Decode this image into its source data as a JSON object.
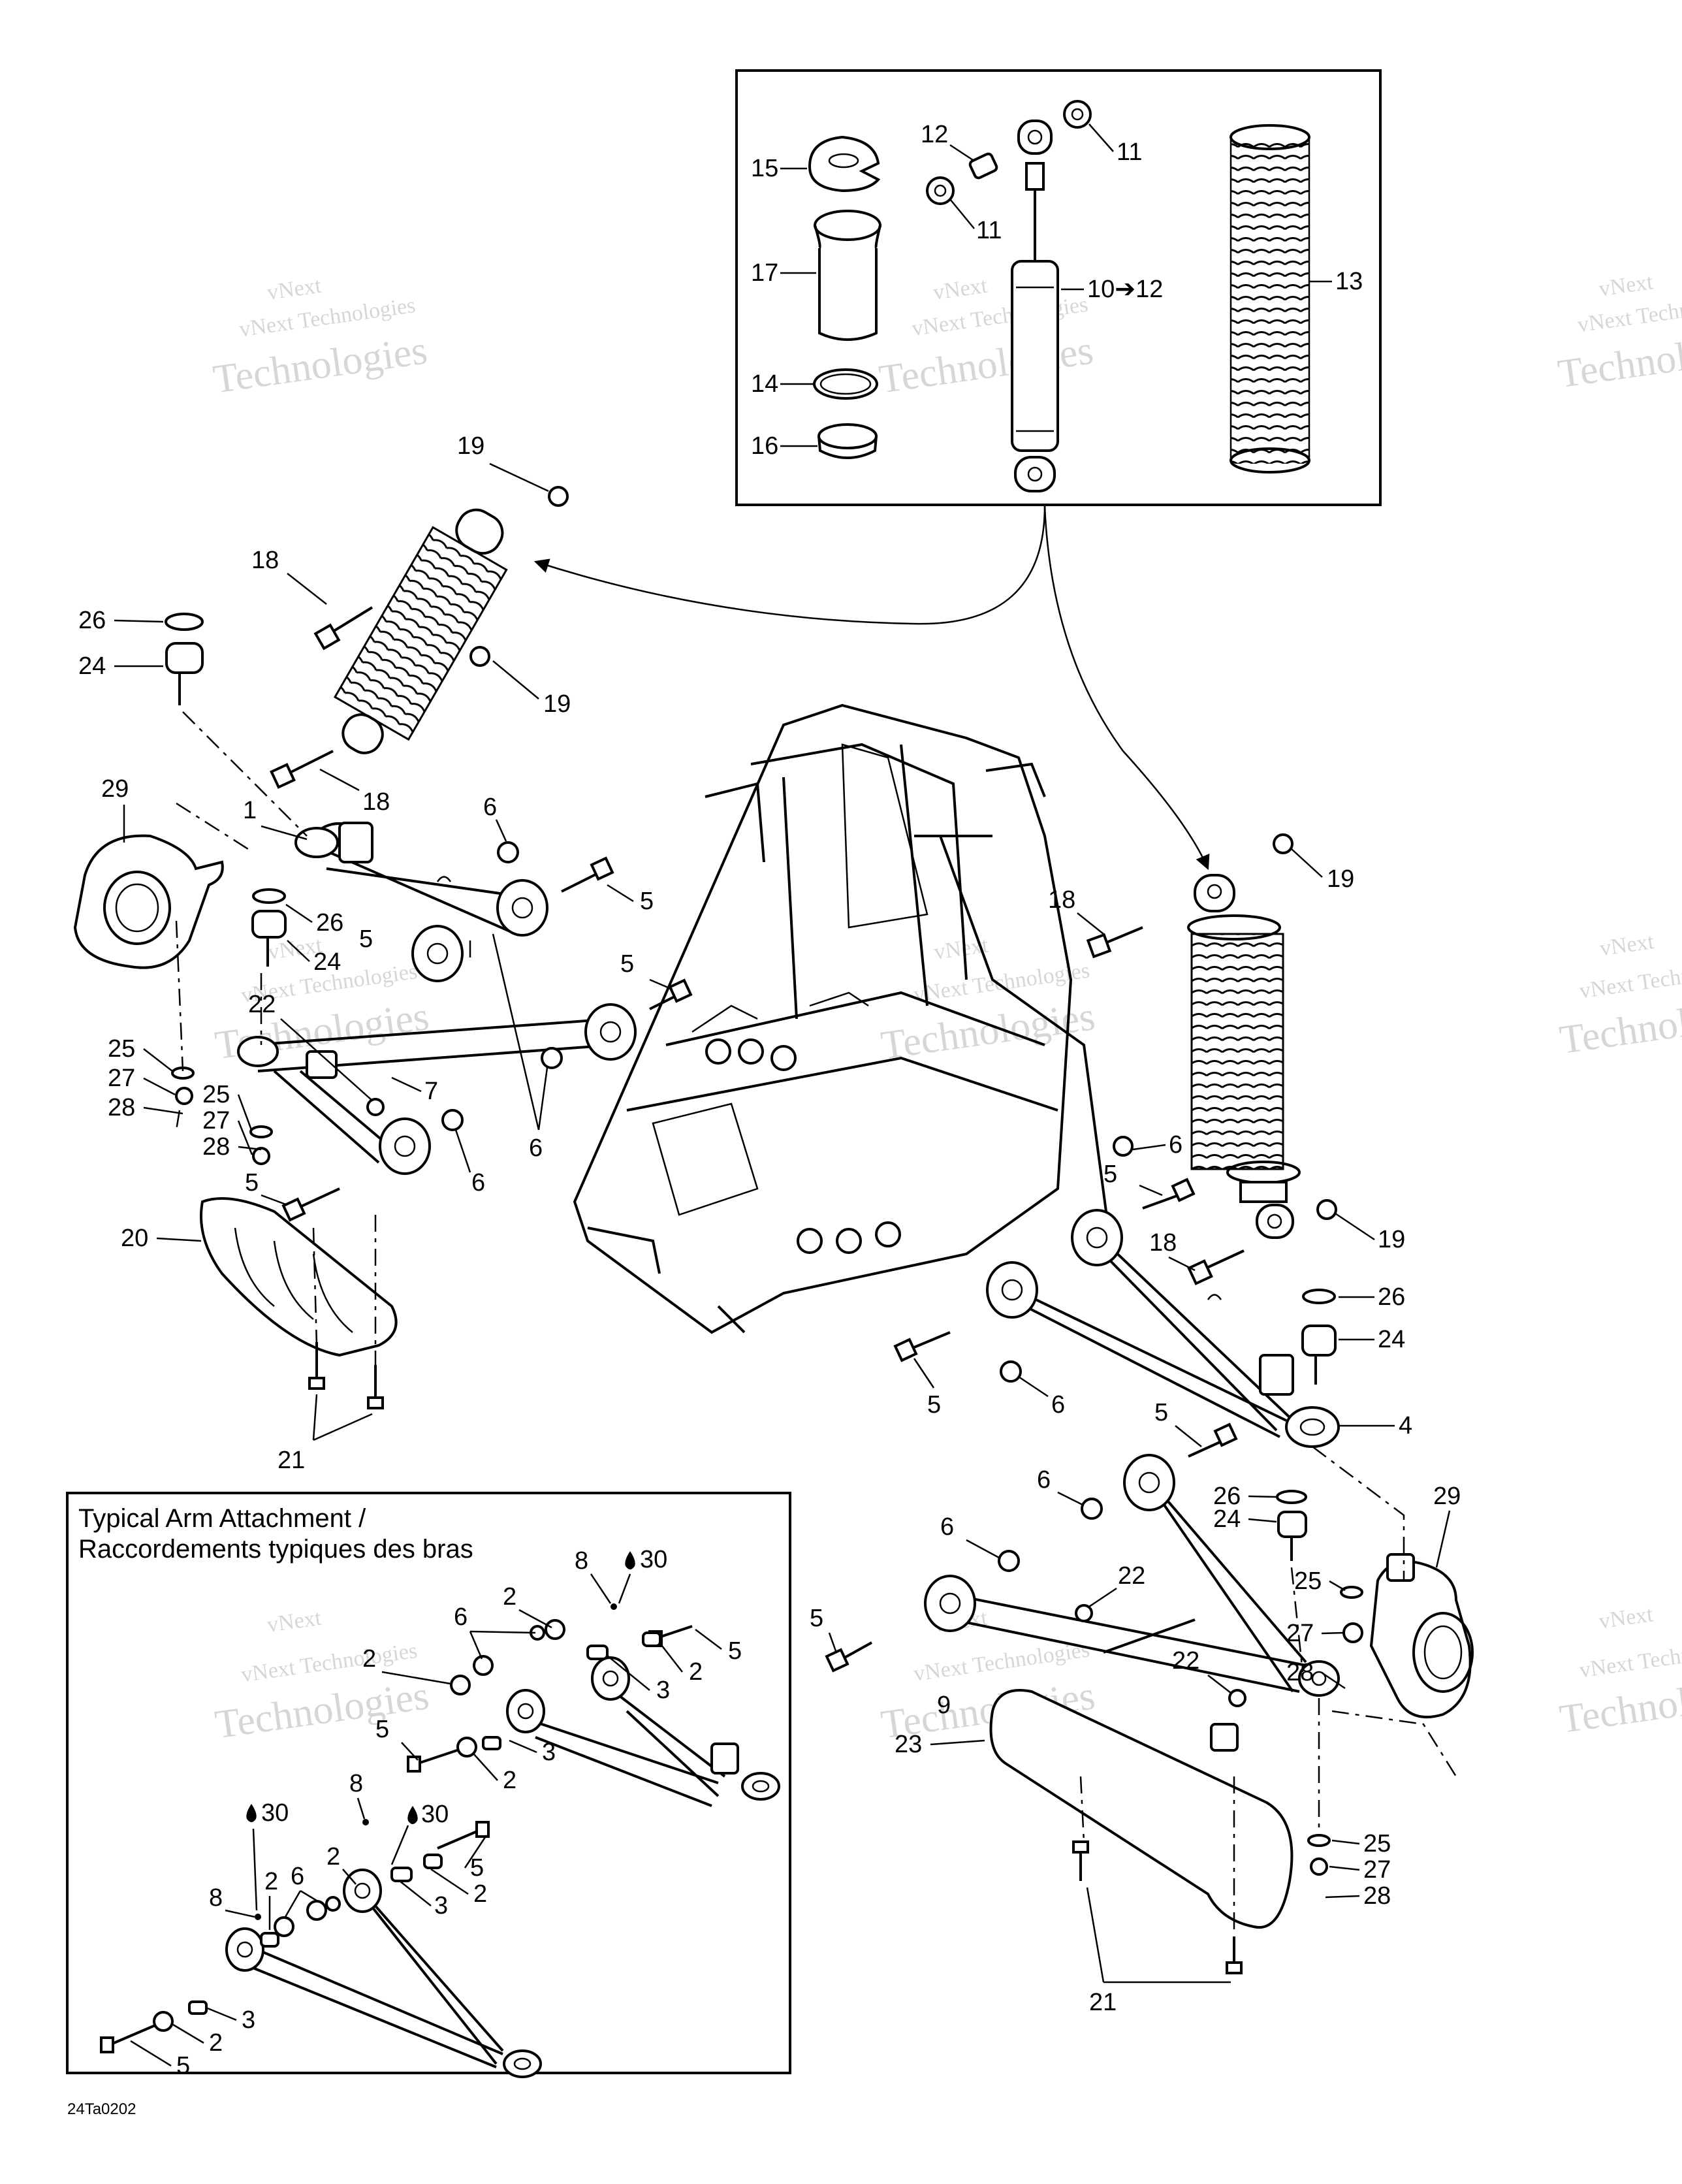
{
  "diagram": {
    "image_code": "24Ta0202",
    "inset_title_line1": "Typical Arm Attachment /",
    "inset_title_line2": "Raccordements typiques des bras",
    "watermark": {
      "line1": "vNext",
      "line2": "vNext Technologies",
      "line3": "Technologies"
    },
    "callouts": {
      "c1": "1",
      "c2": "2",
      "c3": "3",
      "c4": "4",
      "c5": "5",
      "c6": "6",
      "c7": "7",
      "c8": "8",
      "c9": "9",
      "c10_12": "10➔12",
      "c11": "11",
      "c12": "12",
      "c13": "13",
      "c14": "14",
      "c15": "15",
      "c16": "16",
      "c17": "17",
      "c18": "18",
      "c19": "19",
      "c20": "20",
      "c21": "21",
      "c22": "22",
      "c23": "23",
      "c24": "24",
      "c25": "25",
      "c26": "26",
      "c27": "27",
      "c28": "28",
      "c29": "29",
      "c30": "30"
    }
  }
}
